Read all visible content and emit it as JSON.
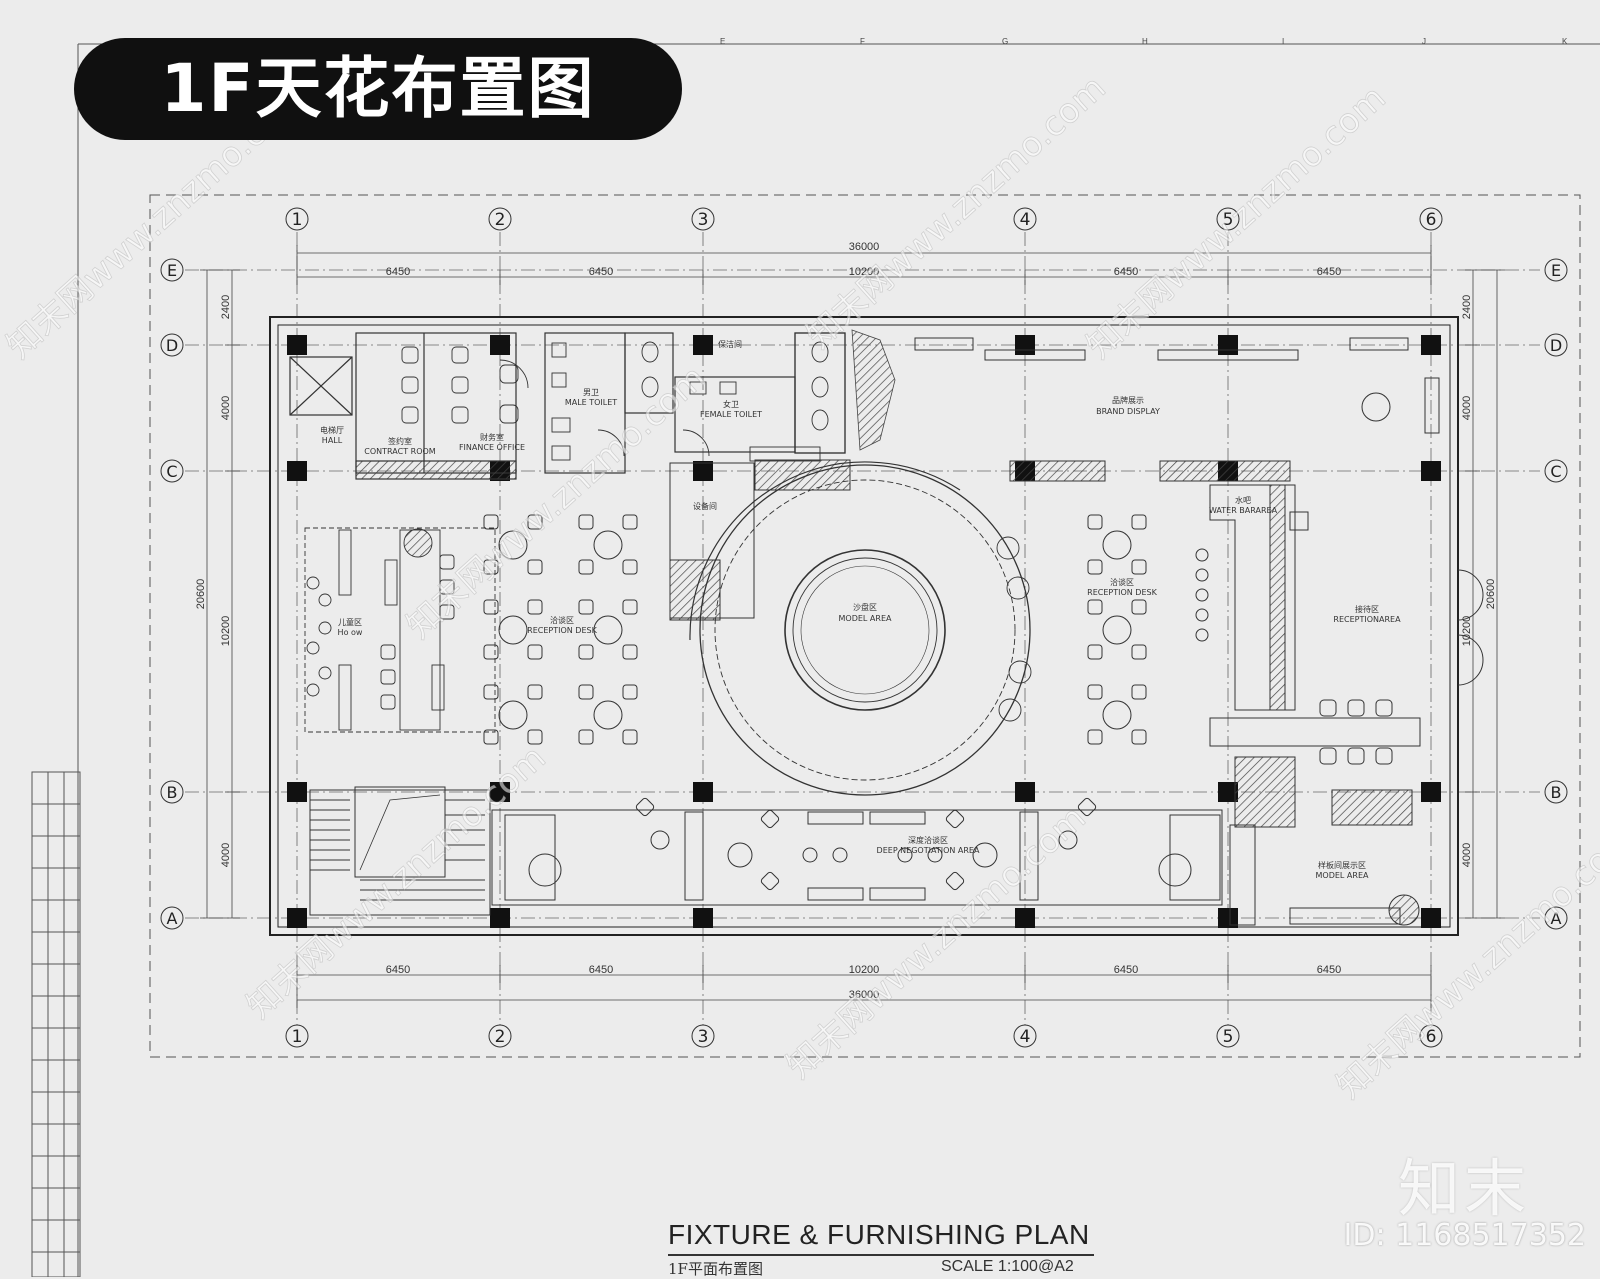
{
  "header": {
    "title": "1F天花布置图"
  },
  "drawing": {
    "title": "FIXTURE & FURNISHING PLAN",
    "subtitle": "1F平面布置图",
    "scale": "SCALE  1:100@A2"
  },
  "grid": {
    "columns": [
      "1",
      "2",
      "3",
      "4",
      "5",
      "6"
    ],
    "rows": [
      "E",
      "D",
      "C",
      "B",
      "A"
    ],
    "top_letters": [
      "E",
      "F",
      "G",
      "H",
      "I",
      "J",
      "K"
    ]
  },
  "dimensions": {
    "horizontal_total": "36000",
    "horizontal_segments": [
      "6450",
      "6450",
      "10200",
      "6450",
      "6450"
    ],
    "vertical_total": "20600",
    "vertical_segments": [
      "2400",
      "4000",
      "10200",
      "4000"
    ]
  },
  "rooms": {
    "hall": {
      "cn": "电梯厅",
      "en": "HALL"
    },
    "contract": {
      "cn": "签约室",
      "en": "CONTRACT ROOM"
    },
    "finance": {
      "cn": "财务室",
      "en": "FINANCE OFFICE"
    },
    "male_toilet": {
      "cn": "男卫",
      "en": "MALE TOILET"
    },
    "female_toilet": {
      "cn": "女卫",
      "en": "FEMALE TOILET"
    },
    "cleaning": {
      "cn": "保洁间"
    },
    "brand": {
      "cn": "品牌展示",
      "en": "BRAND DISPLAY"
    },
    "water_bar": {
      "cn": "水吧",
      "en": "WATER BARAREA"
    },
    "reception_left": {
      "cn": "洽谈区",
      "en": "RECEPTION DESK"
    },
    "reception_right": {
      "cn": "洽谈区",
      "en": "RECEPTION DESK"
    },
    "reception_area": {
      "cn": "接待区",
      "en": "RECEPTIONAREA"
    },
    "model": {
      "cn": "沙盘区",
      "en": "MODEL AREA"
    },
    "negotiation": {
      "cn": "深度洽谈区",
      "en": "DEEP NEGOTIATION AREA"
    },
    "model_room": {
      "cn": "样板间展示区",
      "en": "MODEL AREA"
    },
    "storage": {
      "cn": "设备间"
    },
    "kids": {
      "cn": "儿童区",
      "en": "Ho ow"
    }
  },
  "watermark": {
    "brand": "知末",
    "id": "ID: 1168517352",
    "site": "知末网www.znzmo.com"
  },
  "colors": {
    "paper": "#ececec",
    "line": "#333333",
    "fill": "#1a1a1a",
    "pill": "#101010"
  }
}
